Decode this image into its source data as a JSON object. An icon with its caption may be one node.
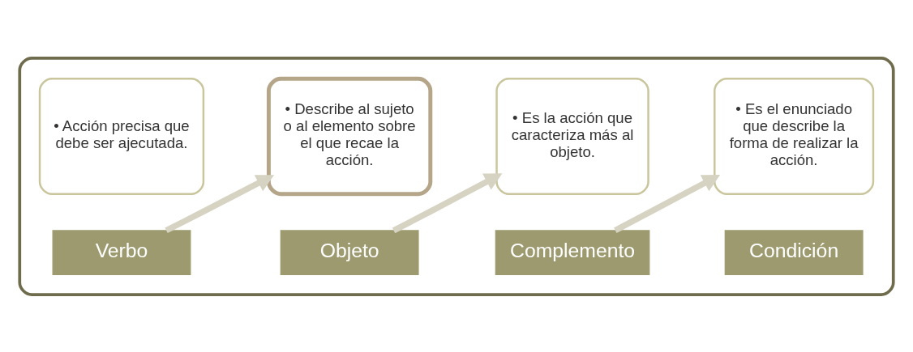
{
  "diagram": {
    "nodes": [
      {
        "text": [],
        "shape": "box"
      },
      {
        "text": [
          "• Acción precisa que debe ser ajecutada."
        ],
        "in": 0
      },
      {
        "text": [
          "Verbo"
        ],
        "in": 0
      },
      {
        "text": [
          "Objeto"
        ],
        "in": 0
      },
      {
        "text": [
          "• Describe al sujeto o al elemento sobre el que recae la acción."
        ],
        "in": 0
      },
      {
        "text": [
          "• Es la acción que caracteriza más al objeto."
        ],
        "in": 0
      },
      {
        "text": [
          "Complemento"
        ],
        "in": 0
      },
      {
        "text": [
          "Condición"
        ],
        "in": 0
      },
      {
        "text": [
          "• Es el enunciado que describe la forma de realizar la acción."
        ],
        "in": 0
      }
    ],
    "edges": [
      {
        "from": 2,
        "to": 4,
        "arrow": "to"
      },
      {
        "from": 3,
        "to": 5,
        "arrow": "to"
      },
      {
        "from": 6,
        "to": 8,
        "arrow": "to"
      }
    ]
  }
}
